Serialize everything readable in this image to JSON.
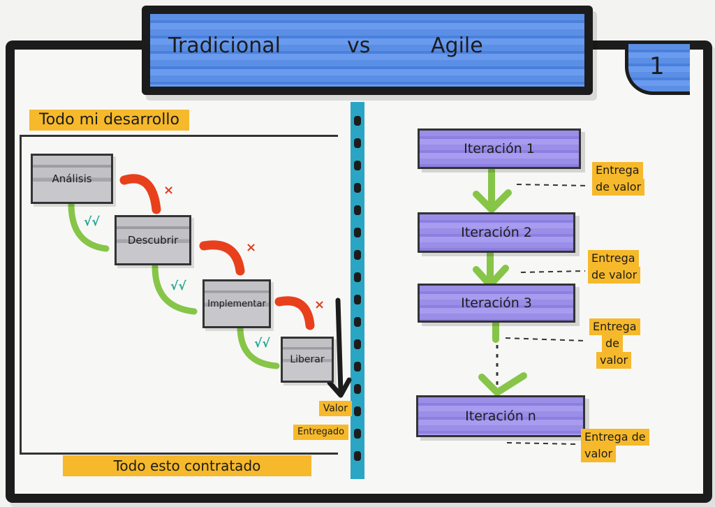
{
  "title": {
    "left": "Tradicional",
    "middle": "vs",
    "right": "Agile"
  },
  "page_number": "1",
  "traditional": {
    "header": "Todo mi desarrollo",
    "steps": [
      "Análisis",
      "Descubrir",
      "Implementar",
      "Liberar"
    ],
    "check_mark": "√√",
    "cross_mark": "×",
    "result_line1": "Valor",
    "result_line2": "Entregado",
    "footer": "Todo esto contratado"
  },
  "agile": {
    "iterations": [
      "Iteración 1",
      "Iteración 2",
      "Iteración 3",
      "Iteración n"
    ],
    "deliveries": [
      [
        "Entrega",
        "de valor"
      ],
      [
        "Entrega",
        "de valor"
      ],
      [
        "Entrega",
        "de",
        "valor"
      ],
      [
        "Entrega de",
        "valor"
      ]
    ]
  },
  "colors": {
    "title_blue": "#5b8fe6",
    "highlight_orange": "#f6b92b",
    "iteration_purple": "#9a8ee8",
    "step_gray": "#c2c2c6",
    "arrow_green": "#86c548",
    "return_red": "#e8401c",
    "divider_teal": "#2aa6c4"
  }
}
